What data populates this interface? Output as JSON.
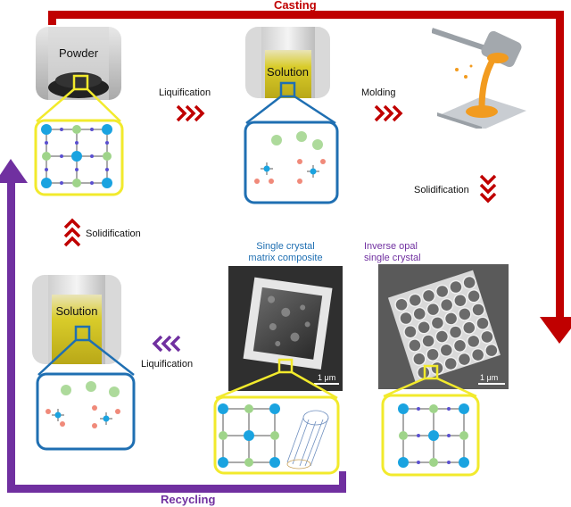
{
  "flow": {
    "casting": "Casting",
    "recycling": "Recycling"
  },
  "steps": {
    "powder": "Powder",
    "solution_top": "Solution",
    "solution_left": "Solution",
    "liquification_top": "Liquification",
    "molding": "Molding",
    "solidification_right": "Solidification",
    "solidification_left": "Solidification",
    "liquification_bottom": "Liquification"
  },
  "sem": {
    "composite_title_line1": "Single crystal",
    "composite_title_line2": "matrix composite",
    "opal_title_line1": "Inverse opal",
    "opal_title_line2": "single crystal",
    "scale_composite": "1 μm",
    "scale_opal": "1 μm"
  },
  "colors": {
    "casting_arrow": "#c00000",
    "recycling_arrow": "#7030a0",
    "frame_yellow": "#f2ea2c",
    "frame_blue": "#1f6fb2",
    "composite_title": "#1f6fb2",
    "opal_title": "#7030a0"
  }
}
